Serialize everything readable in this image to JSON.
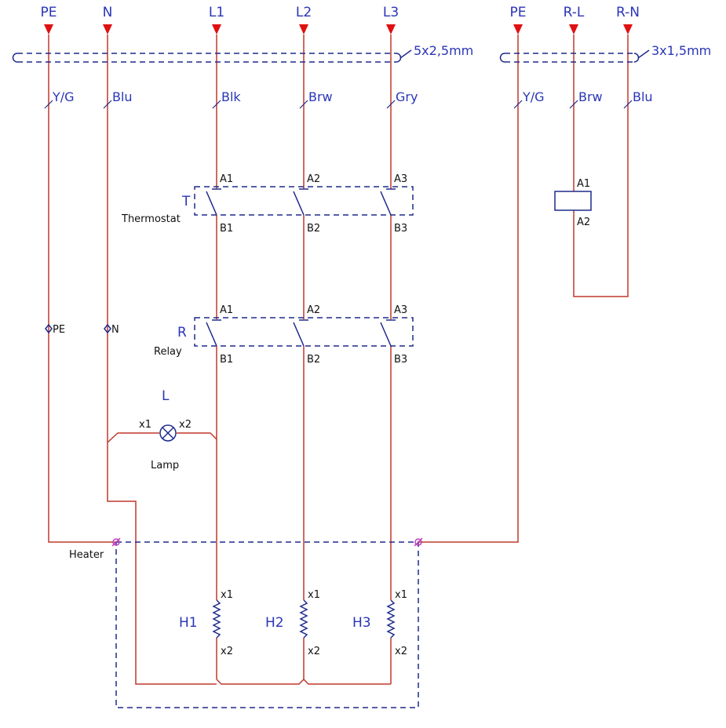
{
  "supply": {
    "pe": "PE",
    "n": "N",
    "l1": "L1",
    "l2": "L2",
    "l3": "L3",
    "pe2": "PE",
    "rl": "R-L",
    "rn": "R-N"
  },
  "cables": {
    "main": "5x2,5mm",
    "control": "3x1,5mm"
  },
  "wire_colors": {
    "pe": "Y/G",
    "n": "Blu",
    "l1": "Blk",
    "l2": "Brw",
    "l3": "Gry",
    "pe2": "Y/G",
    "rl": "Brw",
    "rn": "Blu"
  },
  "thermostat": {
    "tag": "T",
    "name": "Thermostat",
    "top": [
      "A1",
      "A2",
      "A3"
    ],
    "bottom": [
      "B1",
      "B2",
      "B3"
    ]
  },
  "relay": {
    "tag": "R",
    "name": "Relay",
    "top": [
      "A1",
      "A2",
      "A3"
    ],
    "bottom": [
      "B1",
      "B2",
      "B3"
    ]
  },
  "coil": {
    "a1": "A1",
    "a2": "A2"
  },
  "terminals": {
    "pe": "PE",
    "n": "N"
  },
  "lamp": {
    "tag": "L",
    "name": "Lamp",
    "x1": "x1",
    "x2": "x2"
  },
  "heater": {
    "name": "Heater",
    "elements": [
      {
        "tag": "H1",
        "x1": "x1",
        "x2": "x2"
      },
      {
        "tag": "H2",
        "x1": "x1",
        "x2": "x2"
      },
      {
        "tag": "H3",
        "x1": "x1",
        "x2": "x2"
      }
    ]
  },
  "colors": {
    "wire": "#c0392b",
    "symbol": "#1f2a8c",
    "label": "#2a35b8",
    "arrow": "#e01010",
    "junction": "#c040c0"
  }
}
